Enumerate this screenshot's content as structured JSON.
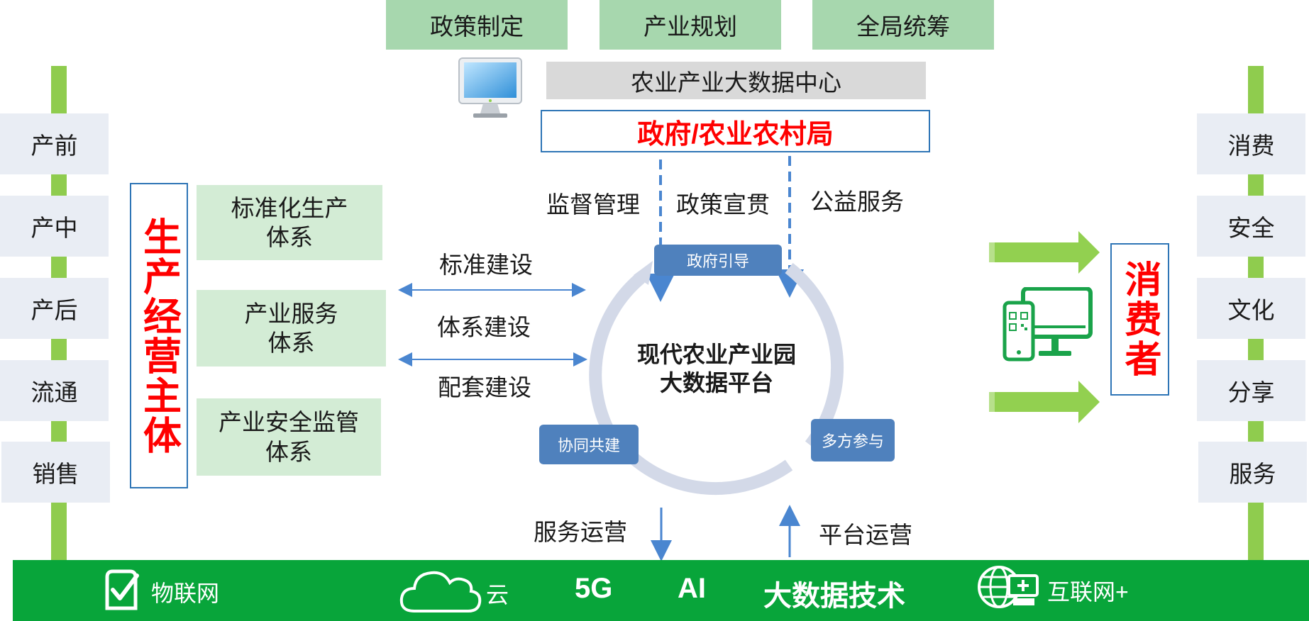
{
  "top": {
    "policy_making": "政策制定",
    "industry_planning": "产业规划",
    "overall_coordination": "全局统筹"
  },
  "data_center": "农业产业大数据中心",
  "government": "政府/农业农村局",
  "left_stages": [
    "产前",
    "产中",
    "产后",
    "流通",
    "销售"
  ],
  "right_values": [
    "消费",
    "安全",
    "文化",
    "分享",
    "服务"
  ],
  "producer": "生产经营主体",
  "consumer": "消费者",
  "systems": {
    "standard": "标准化生产\n体系",
    "service": "产业服务\n体系",
    "safety": "产业安全监管\n体系"
  },
  "constructions": {
    "standard": "标准建设",
    "system": "体系建设",
    "supporting": "配套建设"
  },
  "gov_functions": {
    "supervision": "监督管理",
    "policy_promotion": "政策宣贯",
    "public_service": "公益服务"
  },
  "platform": "现代农业产业园\n大数据平台",
  "cycle": {
    "guidance": "政府引导",
    "co_build": "协同共建",
    "participation": "多方参与"
  },
  "operations": {
    "service_ops": "服务运营",
    "platform_ops": "平台运营"
  },
  "tech": {
    "iot": "物联网",
    "cloud": "云",
    "fiveg": "5G",
    "ai": "AI",
    "big_data": "大数据技术",
    "internet_plus": "互联网+"
  },
  "colors": {
    "top_box": "#a7d7ae",
    "system_box": "#d3ecd5",
    "side_box": "#e9edf4",
    "rail": "#8fcc4e",
    "highlight_red": "#ff0000",
    "border_blue": "#2e75b6",
    "tag_blue": "#4f81bd",
    "arrow_blue": "#4a86d0",
    "cycle_ring": "#d3d9e8",
    "bottom_bar": "#08a53a",
    "device_green": "#1aa34a"
  },
  "icons": [
    "monitor-icon",
    "iot-check-icon",
    "cloud-icon",
    "globe-computer-icon",
    "phone-qr-icon",
    "desktop-icon"
  ]
}
